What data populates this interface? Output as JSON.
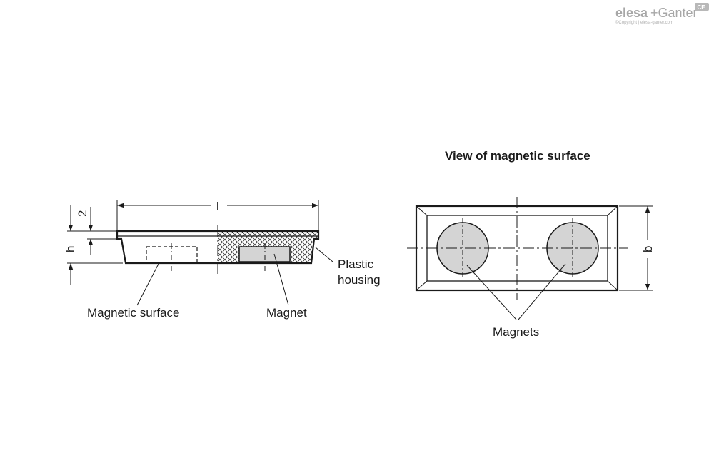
{
  "brand": {
    "logo_part1": "elesa",
    "logo_part2": "+Ganter",
    "copyright": "©Copyright | elesa-ganter.com",
    "badge": "CE"
  },
  "side_view": {
    "dimensions": {
      "length": "l",
      "height": "h",
      "lip": "2"
    },
    "labels": {
      "magnetic_surface": "Magnetic surface",
      "magnet": "Magnet",
      "plastic_housing_line1": "Plastic",
      "plastic_housing_line2": "housing"
    }
  },
  "top_view": {
    "title": "View of magnetic surface",
    "dimension_width": "b",
    "label_magnets": "Magnets"
  },
  "colors": {
    "line": "#1a1a1a",
    "magnet_fill": "#d4d4d4",
    "logo_grey": "#a7a7a7"
  }
}
